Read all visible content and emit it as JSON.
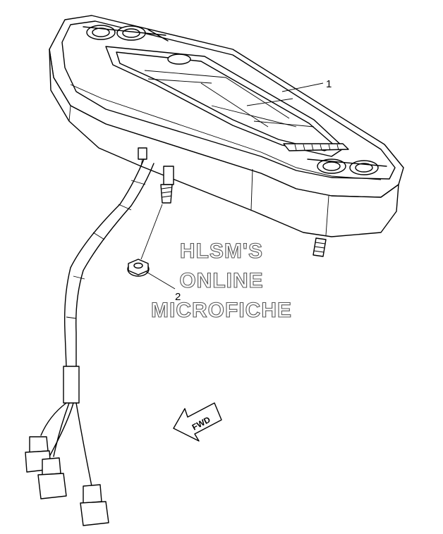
{
  "callouts": [
    {
      "id": "1",
      "label": "1"
    },
    {
      "id": "2",
      "label": "2"
    }
  ],
  "watermark": {
    "line1": "HLSM'S",
    "line2": "ONLINE",
    "line3": "MICROFICHE"
  },
  "direction_marker": {
    "label": "FWD"
  }
}
